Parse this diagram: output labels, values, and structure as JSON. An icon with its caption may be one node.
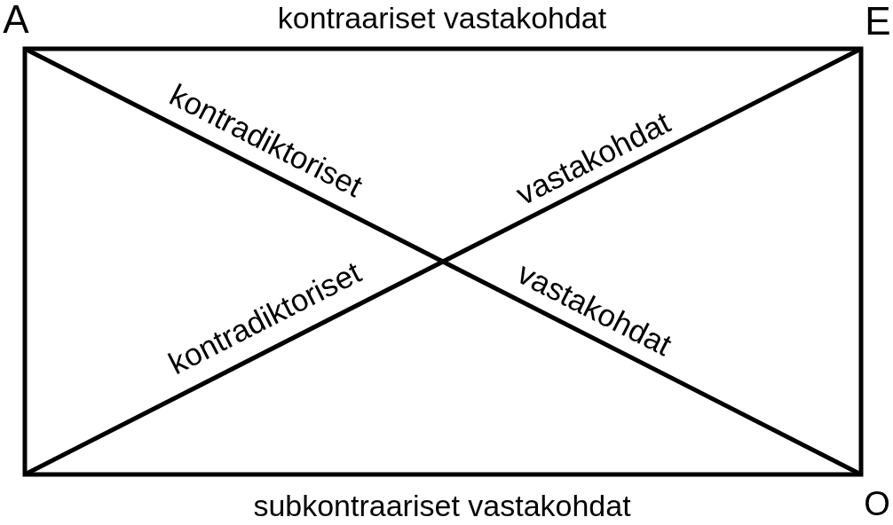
{
  "diagram": {
    "labels": [
      "A",
      "kontraariset vastakohdat",
      "E",
      "kontradiktoriset",
      "vastakohdat",
      "kontradiktoriset",
      "vastakohdat",
      "subkontraariset vastakohdat",
      "O"
    ]
  }
}
